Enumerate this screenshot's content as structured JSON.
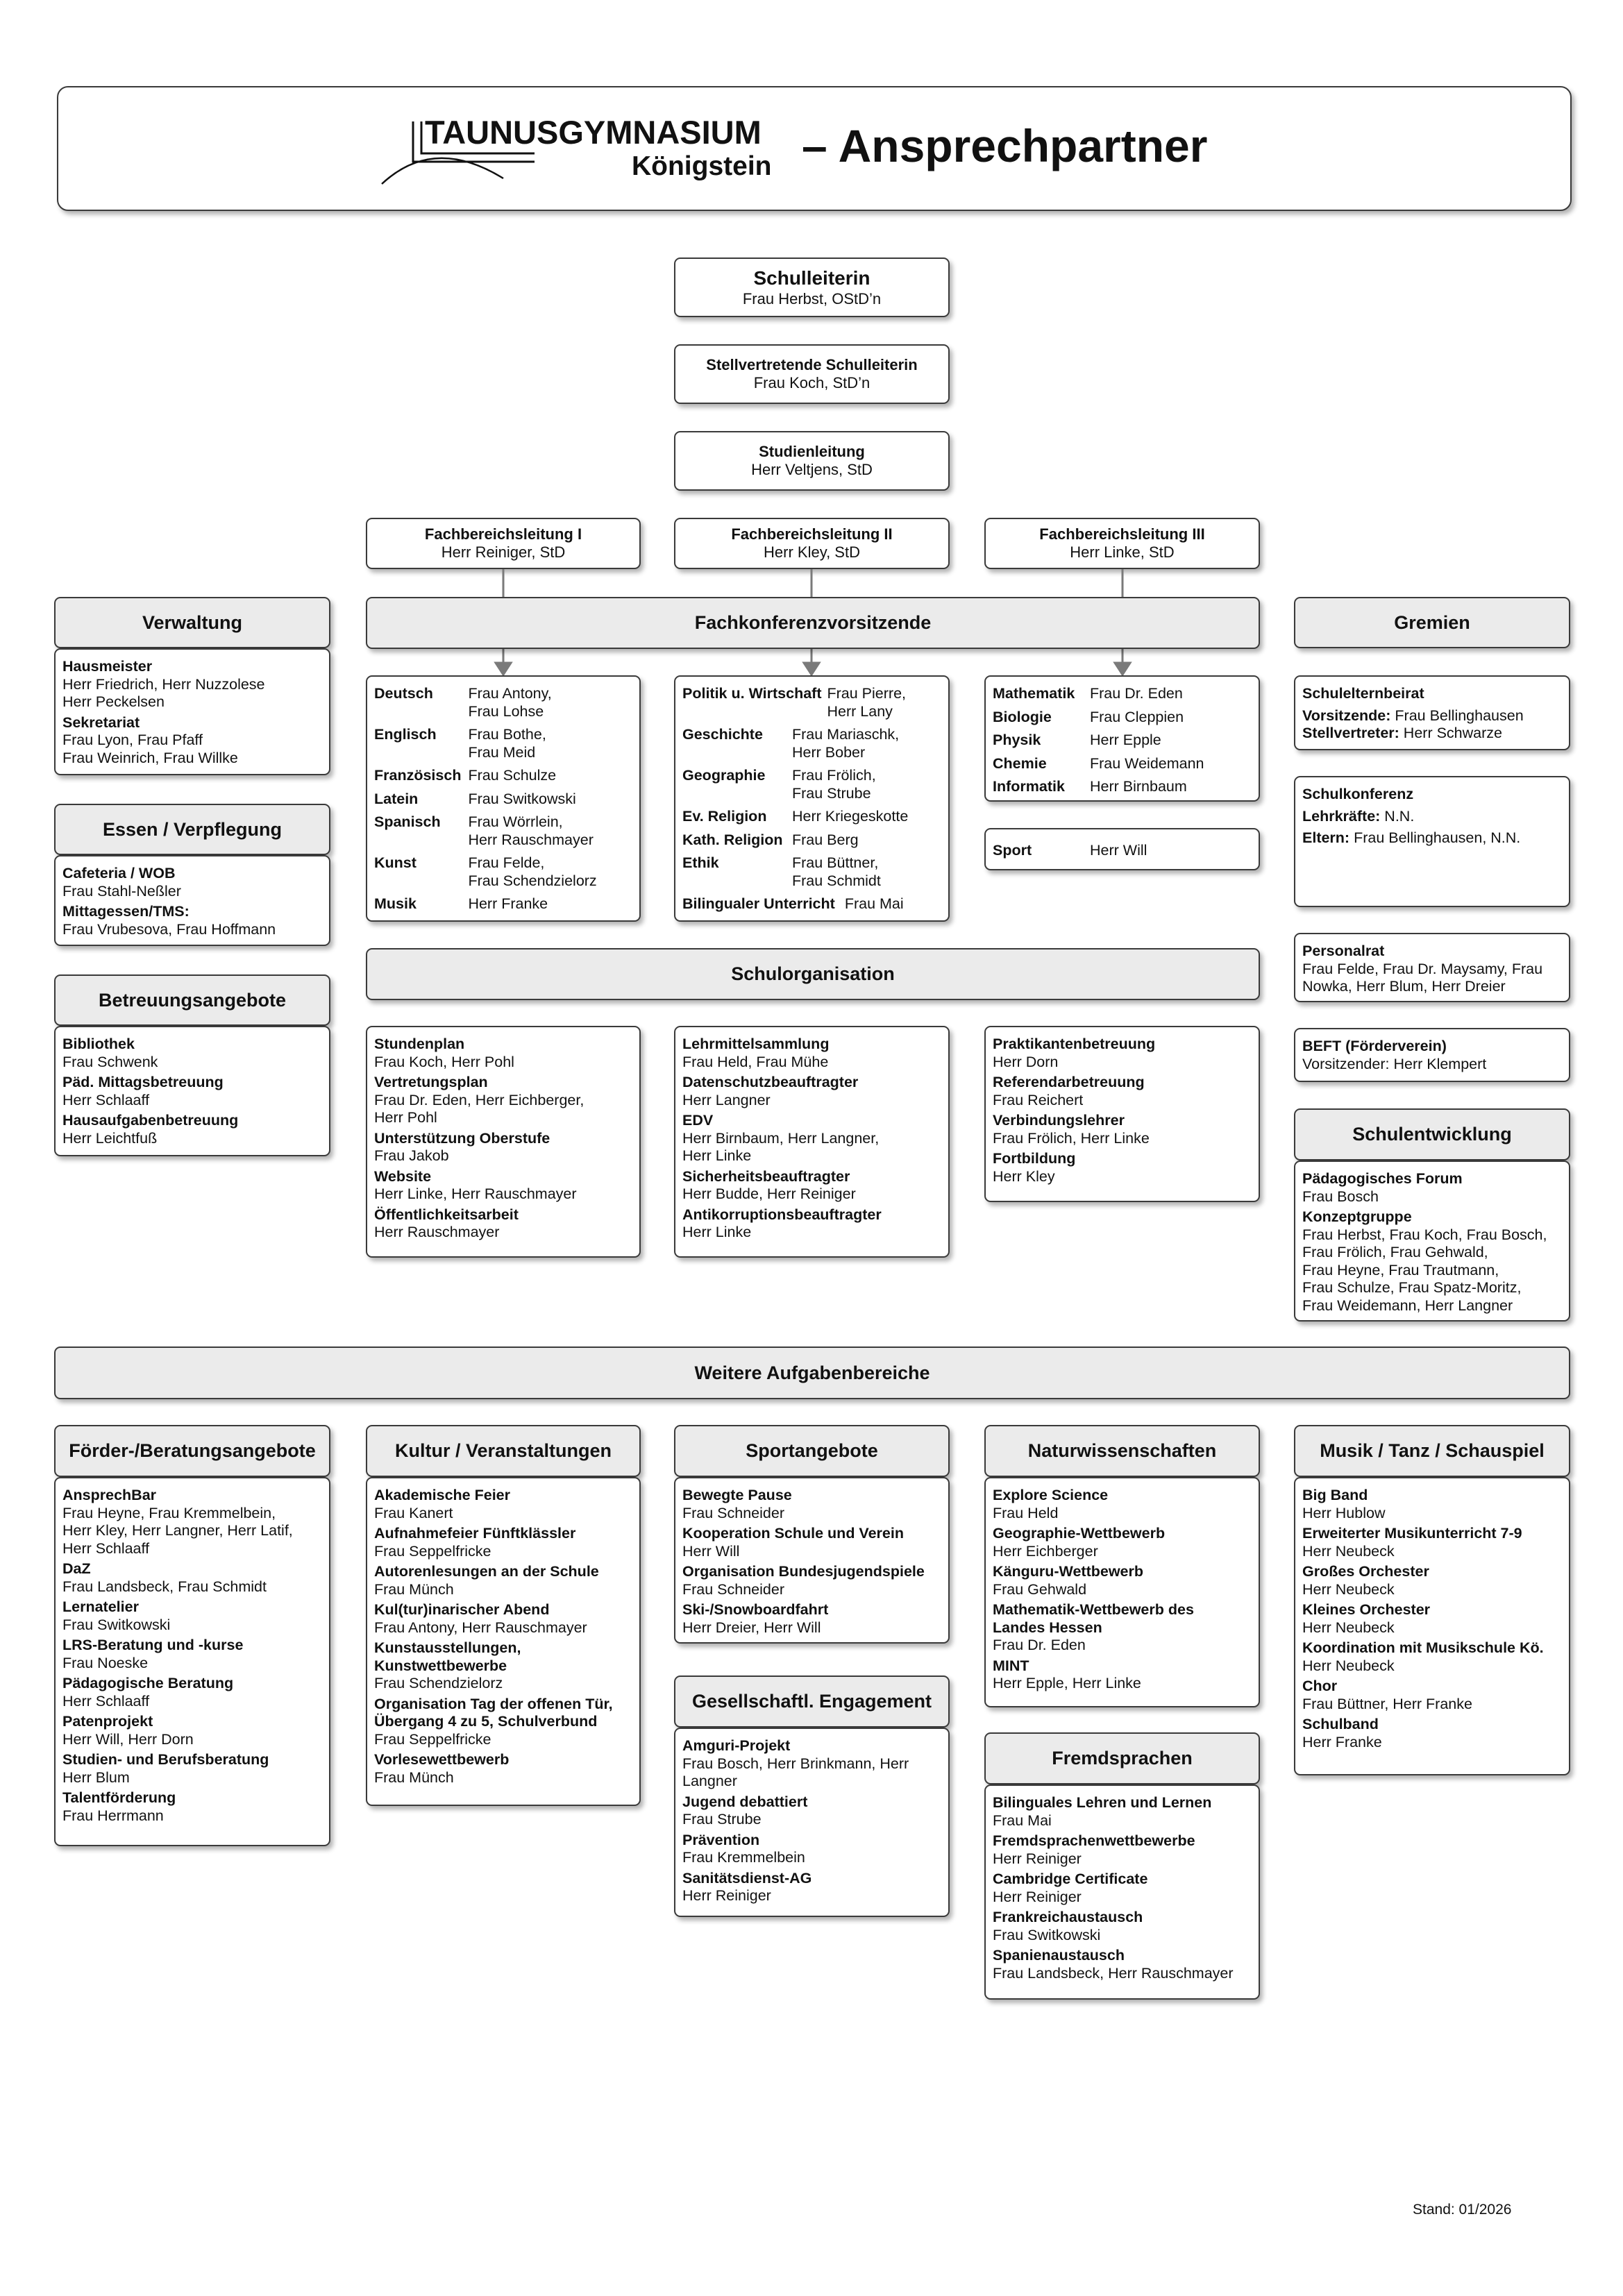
{
  "header": {
    "logo_name": "TAUNUSGYMNASIUM",
    "logo_city": "Königstein",
    "title": "–  Ansprechpartner"
  },
  "leadership": {
    "schulleiterin": {
      "title": "Schulleiterin",
      "name": "Frau Herbst, OStD’n"
    },
    "stellvertretung": {
      "title": "Stellvertretende Schulleiterin",
      "name": "Frau Koch, StD’n"
    },
    "studienleitung": {
      "title": "Studienleitung",
      "name": "Herr Veltjens, StD"
    },
    "fb1": {
      "title": "Fachbereichsleitung I",
      "name": "Herr Reiniger, StD"
    },
    "fb2": {
      "title": "Fachbereichsleitung II",
      "name": "Herr Kley, StD"
    },
    "fb3": {
      "title": "Fachbereichsleitung III",
      "name": "Herr Linke, StD"
    }
  },
  "verwaltung": {
    "title": "Verwaltung",
    "groups": [
      {
        "label": "Hausmeister",
        "lines": [
          "Herr Friedrich, Herr Nuzzolese",
          "Herr Peckelsen"
        ]
      },
      {
        "label": "Sekretariat",
        "lines": [
          "Frau Lyon, Frau Pfaff",
          "Frau Weinrich, Frau Willke"
        ]
      }
    ]
  },
  "essen": {
    "title": "Essen / Verpflegung",
    "groups": [
      {
        "label": "Cafeteria / WOB",
        "lines": [
          "Frau Stahl-Neßler"
        ]
      },
      {
        "label": "Mittagessen/TMS:",
        "lines": [
          "Frau Vrubesova, Frau Hoffmann"
        ]
      }
    ]
  },
  "betreuung": {
    "title": "Betreuungsangebote",
    "groups": [
      {
        "label": "Bibliothek",
        "lines": [
          "Frau Schwenk"
        ]
      },
      {
        "label": "Päd. Mittagsbetreuung",
        "lines": [
          "Herr Schlaaff"
        ]
      },
      {
        "label": "Hausaufgabenbetreuung",
        "lines": [
          "Herr Leichtfuß"
        ]
      }
    ]
  },
  "fachkonferenz": {
    "title": "Fachkonferenzvorsitzende",
    "col1": [
      {
        "subject": "Deutsch",
        "names": [
          "Frau Antony,",
          "Frau Lohse"
        ]
      },
      {
        "subject": "Englisch",
        "names": [
          "Frau Bothe,",
          "Frau Meid"
        ]
      },
      {
        "subject": "Französisch",
        "names": [
          "Frau Schulze"
        ]
      },
      {
        "subject": "Latein",
        "names": [
          "Frau Switkowski"
        ]
      },
      {
        "subject": "Spanisch",
        "names": [
          "Frau Wörrlein,",
          "Herr Rauschmayer"
        ]
      },
      {
        "subject": "Kunst",
        "names": [
          "Frau Felde,",
          "Frau Schendzielorz"
        ]
      },
      {
        "subject": "Musik",
        "names": [
          "Herr Franke"
        ]
      }
    ],
    "col2": [
      {
        "subject": "Politik u. Wirtschaft",
        "names": [
          "Frau Pierre,",
          "Herr Lany"
        ]
      },
      {
        "subject": "Geschichte",
        "names": [
          "Frau Mariaschk,",
          "Herr Bober"
        ]
      },
      {
        "subject": "Geographie",
        "names": [
          "Frau Frölich,",
          "Frau Strube"
        ]
      },
      {
        "subject": "Ev. Religion",
        "names": [
          "Herr Kriegeskotte"
        ]
      },
      {
        "subject": "Kath. Religion",
        "names": [
          "Frau Berg"
        ]
      },
      {
        "subject": "Ethik",
        "names": [
          "Frau Büttner,",
          "Frau Schmidt"
        ]
      },
      {
        "subject": "Bilingualer Unterricht",
        "names": [
          "Frau Mai"
        ]
      }
    ],
    "col3": [
      {
        "subject": "Mathematik",
        "names": [
          "Frau Dr. Eden"
        ]
      },
      {
        "subject": "Biologie",
        "names": [
          "Frau Cleppien"
        ]
      },
      {
        "subject": "Physik",
        "names": [
          "Herr Epple"
        ]
      },
      {
        "subject": "Chemie",
        "names": [
          "Frau Weidemann"
        ]
      },
      {
        "subject": "Informatik",
        "names": [
          "Herr Birnbaum"
        ]
      }
    ],
    "sport": {
      "subject": "Sport",
      "name": "Herr Will"
    }
  },
  "schulorganisation": {
    "title": "Schulorganisation",
    "col1": [
      {
        "label": "Stundenplan",
        "lines": [
          "Frau Koch, Herr Pohl"
        ]
      },
      {
        "label": "Vertretungsplan",
        "lines": [
          "Frau Dr. Eden, Herr Eichberger,",
          "Herr Pohl"
        ]
      },
      {
        "label": "Unterstützung Oberstufe",
        "lines": [
          "Frau Jakob"
        ]
      },
      {
        "label": "Website",
        "lines": [
          "Herr Linke, Herr Rauschmayer"
        ]
      },
      {
        "label": "Öffentlichkeitsarbeit",
        "lines": [
          "Herr Rauschmayer"
        ]
      }
    ],
    "col2": [
      {
        "label": "Lehrmittelsammlung",
        "lines": [
          "Frau Held, Frau Mühe"
        ]
      },
      {
        "label": "Datenschutzbeauftragter",
        "lines": [
          "Herr Langner"
        ]
      },
      {
        "label": "EDV",
        "lines": [
          "Herr Birnbaum, Herr Langner,",
          "Herr Linke"
        ]
      },
      {
        "label": "Sicherheitsbeauftragter",
        "lines": [
          "Herr Budde, Herr Reiniger"
        ]
      },
      {
        "label": "Antikorruptionsbeauftragter",
        "lines": [
          "Herr Linke"
        ]
      }
    ],
    "col3": [
      {
        "label": "Praktikantenbetreuung",
        "lines": [
          "Herr Dorn"
        ]
      },
      {
        "label": "Referendarbetreuung",
        "lines": [
          "Frau Reichert"
        ]
      },
      {
        "label": "Verbindungslehrer",
        "lines": [
          "Frau Frölich, Herr Linke"
        ]
      },
      {
        "label": "Fortbildung",
        "lines": [
          "Herr Kley"
        ]
      }
    ]
  },
  "gremien": {
    "title": "Gremien",
    "schulelternbeirat": {
      "label": "Schulelternbeirat",
      "vorsitz_label": "Vorsitzende:",
      "vorsitz": " Frau Bellinghausen",
      "stellv_label": "Stellvertreter:",
      "stellv": " Herr Schwarze"
    },
    "schulkonferenz": {
      "label": "Schulkonferenz",
      "lehrer_label": "Lehrkräfte:",
      "lehrer": " N.N.",
      "eltern_label": "Eltern:",
      "eltern": " Frau Bellinghausen, N.N."
    },
    "personalrat": {
      "label": "Personalrat",
      "lines": [
        "Frau Felde, Frau Dr. Maysamy, Frau",
        "Nowka, Herr Blum, Herr Dreier"
      ]
    },
    "beft": {
      "label": "BEFT (Förderverein)",
      "lines": [
        "Vorsitzender: Herr Klempert"
      ]
    }
  },
  "schulentwicklung": {
    "title": "Schulentwicklung",
    "groups": [
      {
        "label": "Pädagogisches Forum",
        "lines": [
          "Frau Bosch"
        ]
      },
      {
        "label": "Konzeptgruppe",
        "lines": [
          "Frau Herbst, Frau Koch, Frau Bosch,",
          "Frau Frölich, Frau Gehwald,",
          "Frau Heyne, Frau Trautmann,",
          "Frau Schulze, Frau Spatz-Moritz,",
          "Frau Weidemann, Herr Langner"
        ]
      }
    ]
  },
  "weitere": {
    "title": "Weitere Aufgabenbereiche"
  },
  "foerder": {
    "title": "Förder-/Beratungsangebote",
    "groups": [
      {
        "label": "AnsprechBar",
        "lines": [
          "Frau Heyne, Frau Kremmelbein,",
          "Herr Kley, Herr Langner, Herr Latif,",
          "Herr Schlaaff"
        ]
      },
      {
        "label": "DaZ",
        "lines": [
          "Frau Landsbeck, Frau Schmidt"
        ]
      },
      {
        "label": "Lernatelier",
        "lines": [
          "Frau Switkowski"
        ]
      },
      {
        "label": "LRS-Beratung und -kurse",
        "lines": [
          "Frau Noeske"
        ]
      },
      {
        "label": "Pädagogische Beratung",
        "lines": [
          "Herr Schlaaff"
        ]
      },
      {
        "label": "Patenprojekt",
        "lines": [
          "Herr Will, Herr Dorn"
        ]
      },
      {
        "label": "Studien- und Berufsberatung",
        "lines": [
          "Herr Blum"
        ]
      },
      {
        "label": "Talentförderung",
        "lines": [
          "Frau Herrmann"
        ]
      }
    ]
  },
  "kultur": {
    "title": "Kultur / Veranstaltungen",
    "groups": [
      {
        "label": "Akademische Feier",
        "lines": [
          "Frau Kanert"
        ]
      },
      {
        "label": "Aufnahmefeier Fünftklässler",
        "lines": [
          "Frau Seppelfricke"
        ]
      },
      {
        "label": "Autorenlesungen an der Schule",
        "lines": [
          "Frau Münch"
        ]
      },
      {
        "label": "Kul(tur)inarischer Abend",
        "lines": [
          "Frau Antony, Herr Rauschmayer"
        ]
      },
      {
        "label": "Kunstausstellungen,",
        "label2": "Kunstwettbewerbe",
        "lines": [
          "Frau Schendzielorz"
        ]
      },
      {
        "label": "Organisation Tag der offenen Tür,",
        "label2": "Übergang 4 zu 5, Schulverbund",
        "lines": [
          "Frau Seppelfricke"
        ]
      },
      {
        "label": "Vorlesewettbewerb",
        "lines": [
          "Frau Münch"
        ]
      }
    ]
  },
  "sport": {
    "title": "Sportangebote",
    "groups": [
      {
        "label": "Bewegte Pause",
        "lines": [
          "Frau Schneider"
        ]
      },
      {
        "label": "Kooperation Schule und Verein",
        "lines": [
          "Herr Will"
        ]
      },
      {
        "label": "Organisation Bundesjugendspiele",
        "lines": [
          "Frau Schneider"
        ]
      },
      {
        "label": "Ski-/Snowboardfahrt",
        "lines": [
          "Herr Dreier, Herr Will"
        ]
      }
    ]
  },
  "engagement": {
    "title": "Gesellschaftl. Engagement",
    "groups": [
      {
        "label": "Amguri-Projekt",
        "lines": [
          "Frau Bosch, Herr Brinkmann, Herr",
          "Langner"
        ]
      },
      {
        "label": "Jugend debattiert",
        "lines": [
          "Frau Strube"
        ]
      },
      {
        "label": "Prävention",
        "lines": [
          "Frau Kremmelbein"
        ]
      },
      {
        "label": "Sanitätsdienst-AG",
        "lines": [
          "Herr Reiniger"
        ]
      }
    ]
  },
  "natur": {
    "title": "Naturwissenschaften",
    "groups": [
      {
        "label": "Explore Science",
        "lines": [
          "Frau Held"
        ]
      },
      {
        "label": "Geographie-Wettbewerb",
        "lines": [
          "Herr Eichberger"
        ]
      },
      {
        "label": "Känguru-Wettbewerb",
        "lines": [
          "Frau Gehwald"
        ]
      },
      {
        "label": "Mathematik-Wettbewerb des",
        "label2": "Landes Hessen",
        "lines": [
          "Frau Dr. Eden"
        ]
      },
      {
        "label": "MINT",
        "lines": [
          "Herr Epple, Herr Linke"
        ]
      }
    ]
  },
  "fremd": {
    "title": "Fremdsprachen",
    "groups": [
      {
        "label": "Bilinguales Lehren und Lernen",
        "lines": [
          "Frau Mai"
        ]
      },
      {
        "label": "Fremdsprachenwettbewerbe",
        "lines": [
          "Herr Reiniger"
        ]
      },
      {
        "label": "Cambridge Certificate",
        "lines": [
          "Herr Reiniger"
        ]
      },
      {
        "label": "Frankreichaustausch",
        "lines": [
          "Frau Switkowski"
        ]
      },
      {
        "label": "Spanienaustausch",
        "lines": [
          "Frau Landsbeck, Herr Rauschmayer"
        ]
      }
    ]
  },
  "musik": {
    "title": "Musik / Tanz / Schauspiel",
    "groups": [
      {
        "label": "Big Band",
        "lines": [
          "Herr Hublow"
        ]
      },
      {
        "label": "Erweiterter Musikunterricht 7-9",
        "lines": [
          "Herr Neubeck"
        ]
      },
      {
        "label": "Großes Orchester",
        "lines": [
          "Herr Neubeck"
        ]
      },
      {
        "label": "Kleines Orchester",
        "lines": [
          "Herr Neubeck"
        ]
      },
      {
        "label": "Koordination mit Musikschule Kö.",
        "lines": [
          "Herr Neubeck"
        ]
      },
      {
        "label": "Chor",
        "lines": [
          "Frau Büttner, Herr Franke"
        ]
      },
      {
        "label": "Schulband",
        "lines": [
          "Herr Franke"
        ]
      }
    ]
  },
  "footer": {
    "stand": "Stand: 01/2026"
  }
}
